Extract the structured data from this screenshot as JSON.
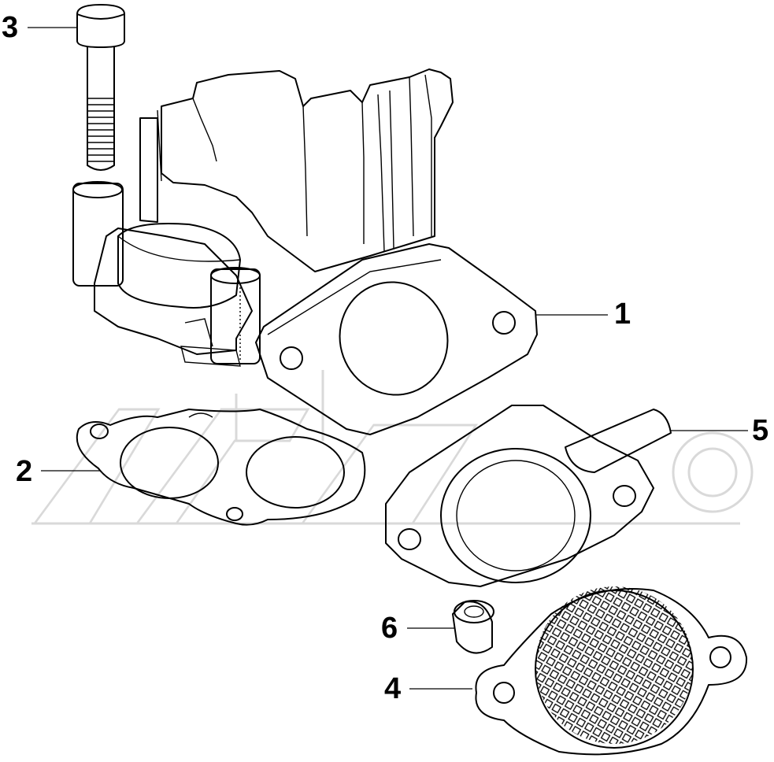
{
  "callouts": [
    {
      "id": "1",
      "label": "1"
    },
    {
      "id": "2",
      "label": "2"
    },
    {
      "id": "3",
      "label": "3"
    },
    {
      "id": "4",
      "label": "4"
    },
    {
      "id": "5",
      "label": "5"
    },
    {
      "id": "6",
      "label": "6"
    }
  ],
  "colors": {
    "line": "#000000",
    "watermark": "#d9d9d9",
    "background": "#ffffff"
  }
}
